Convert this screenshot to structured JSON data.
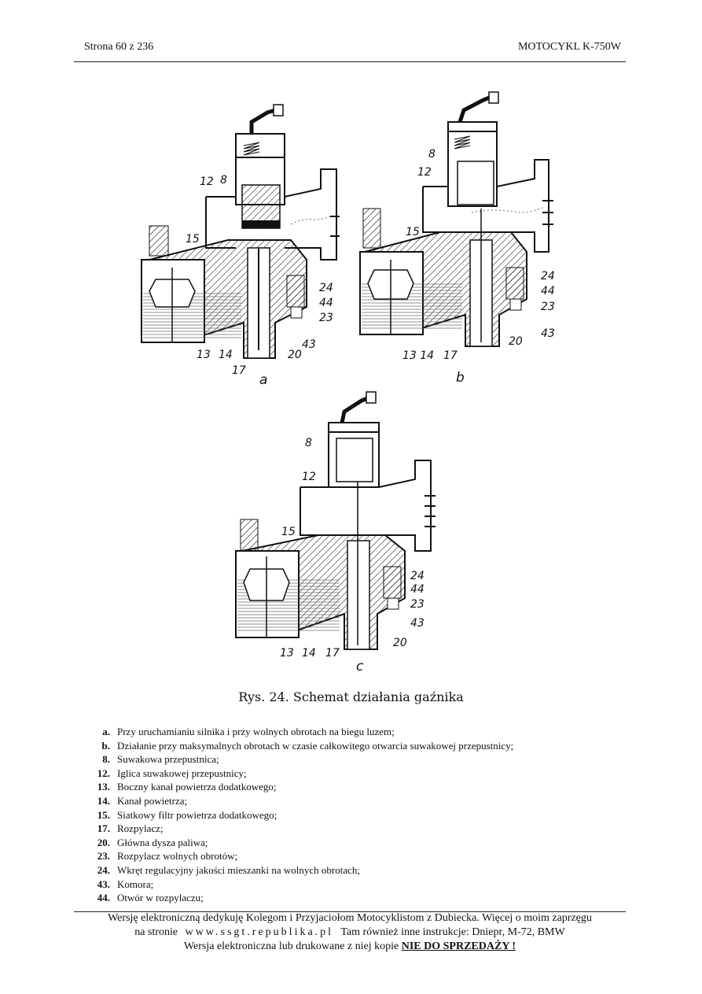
{
  "header": {
    "page": "Strona 60 z 236",
    "title": "MOTOCYKL  K-750W"
  },
  "figure": {
    "caption": "Rys. 24. Schemat działania gaźnika",
    "panels": [
      {
        "letter": "a",
        "callouts": [
          "12",
          "8",
          "15",
          "24",
          "44",
          "23",
          "43",
          "13",
          "14",
          "20",
          "17"
        ]
      },
      {
        "letter": "b",
        "callouts": [
          "8",
          "12",
          "15",
          "24",
          "44",
          "23",
          "43",
          "13 14",
          "17",
          "20"
        ]
      },
      {
        "letter": "c",
        "callouts": [
          "8",
          "12",
          "15",
          "24",
          "44",
          "23",
          "43",
          "13",
          "14",
          "17",
          "20"
        ]
      }
    ]
  },
  "legend": [
    {
      "key": "a.",
      "text": "Przy uruchamianiu silnika i przy wolnych obrotach na biegu luzem;"
    },
    {
      "key": "b.",
      "text": "Działanie przy maksymalnych obrotach w czasie całkowitego otwarcia suwakowej przepustnicy;"
    },
    {
      "key": "8.",
      "text": "Suwakowa przepustnica;"
    },
    {
      "key": "12.",
      "text": "Iglica suwakowej przepustnicy;"
    },
    {
      "key": "13.",
      "text": "Boczny kanał powietrza dodatkowego;"
    },
    {
      "key": "14.",
      "text": "Kanał powietrza;"
    },
    {
      "key": "15.",
      "text": "Siatkowy filtr powietrza dodatkowego;"
    },
    {
      "key": "17.",
      "text": "Rozpylacz;"
    },
    {
      "key": "20.",
      "text": "Główna dysza paliwa;"
    },
    {
      "key": "23.",
      "text": "Rozpylacz wolnych obrotów;"
    },
    {
      "key": "24.",
      "text": "Wkręt regulacyjny jakości mieszanki na wolnych obrotach;"
    },
    {
      "key": "43.",
      "text": "Komora;"
    },
    {
      "key": "44.",
      "text": "Otwór w rozpylaczu;"
    }
  ],
  "footer": {
    "line1": "Wersję elektroniczną dedykuję Kolegom i Przyjaciołom Motocyklistom z Dubiecka. Więcej o moim zaprzęgu",
    "line2_prefix": "na stronie",
    "url": "www.ssgt.republika.pl",
    "line2_suffix": "Tam również inne instrukcje: Dniepr, M-72, BMW",
    "line3_prefix": "Wersja elektroniczna lub drukowane z niej kopie",
    "line3_emphasis": "NIE DO SPRZEDAŻY !"
  }
}
